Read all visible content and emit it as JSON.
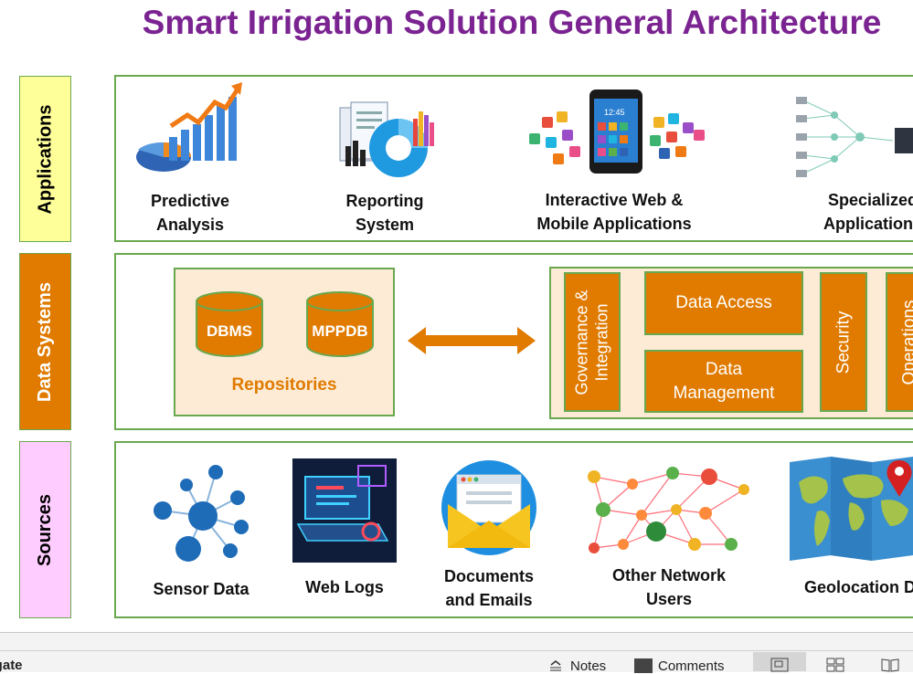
{
  "title": "Smart Irrigation Solution General Architecture",
  "rows": {
    "applications": "Applications",
    "data_systems": "Data Systems",
    "sources": "Sources"
  },
  "applications": [
    {
      "line1": "Predictive",
      "line2": "Analysis"
    },
    {
      "line1": "Reporting",
      "line2": "System"
    },
    {
      "line1": "Interactive Web &",
      "line2": "Mobile Applications"
    },
    {
      "line1": "Specialized",
      "line2": "Applications"
    }
  ],
  "data_systems": {
    "dbms": "DBMS",
    "mppdb": "MPPDB",
    "repositories": "Repositories",
    "governance": "Governance &",
    "integration": "Integration",
    "data_access": "Data Access",
    "data_management_1": "Data",
    "data_management_2": "Management",
    "security": "Security",
    "operations": "Operations"
  },
  "sources": [
    {
      "line1": "Sensor Data",
      "line2": ""
    },
    {
      "line1": "Web Logs",
      "line2": ""
    },
    {
      "line1": "Documents",
      "line2": "and Emails"
    },
    {
      "line1": "Other Network",
      "line2": "Users"
    },
    {
      "line1": "Geolocation Data",
      "line2": ""
    }
  ],
  "status_bar": {
    "left_text": "Navigate",
    "notes": "Notes",
    "comments": "Comments"
  },
  "colors": {
    "title": "#7a2391",
    "orange": "#e07b00",
    "applications_label_bg": "#ffff99",
    "data_systems_label_bg": "#e07b00",
    "sources_label_bg": "#ffccff",
    "repository_bg": "#fdebd6",
    "border_green": "#6aa84f"
  },
  "icons": {
    "predictive": "growth-chart-icon",
    "reporting": "report-documents-icon",
    "mobile": "smartphone-apps-icon",
    "specialized": "iot-network-icon",
    "sensor": "sensor-hub-icon",
    "weblogs": "cyber-laptop-icon",
    "documents": "envelope-icon",
    "network": "people-network-icon",
    "geolocation": "world-map-pin-icon"
  }
}
